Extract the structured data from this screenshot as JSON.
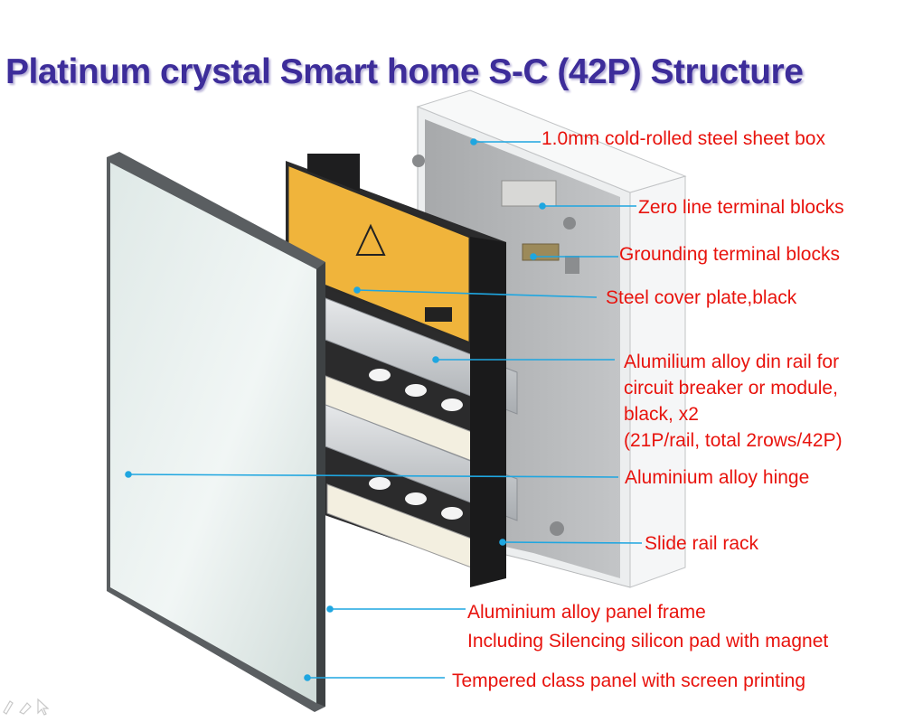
{
  "title": "Platinum crystal Smart home S-C (42P)  Structure",
  "colors": {
    "title": "#3d2d9a",
    "label_text": "#e8130d",
    "leader_line": "#1fa6e0"
  },
  "labels": {
    "box": "1.0mm cold-rolled steel sheet  box",
    "zero_line": "Zero line terminal blocks",
    "grounding": "Grounding terminal blocks",
    "cover_plate": "Steel cover plate,black",
    "din_rail": [
      "Alumilium alloy din rail for",
      "circuit breaker or module,",
      "black, x2",
      "(21P/rail, total 2rows/42P)"
    ],
    "hinge": "Aluminium alloy hinge",
    "slide_rack": "Slide rail rack",
    "panel_frame": [
      "Aluminium alloy panel frame",
      "Including Silencing silicon pad with magnet"
    ],
    "glass_panel": "Tempered class panel with screen printing"
  },
  "icons": [
    "pen-icon",
    "eraser-icon",
    "pointer-icon"
  ]
}
